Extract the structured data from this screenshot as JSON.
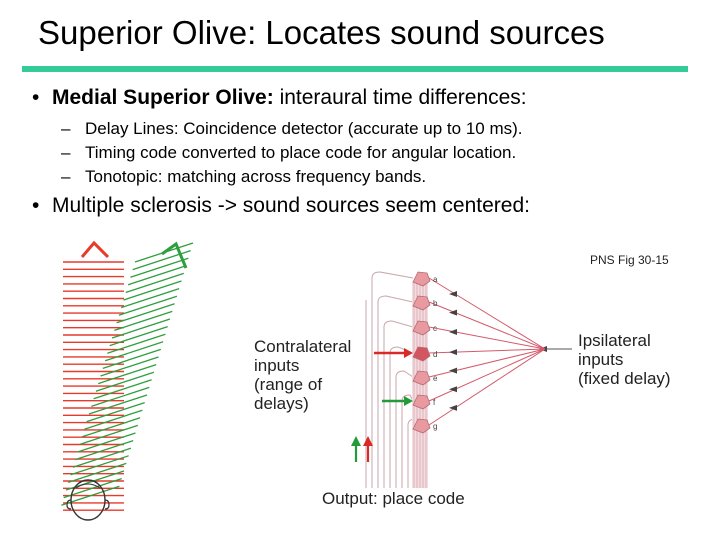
{
  "slide": {
    "title": "Superior Olive: Locates sound sources",
    "bullet1_bold": "Medial Superior Olive:",
    "bullet1_rest": " interaural time differences:",
    "subs": [
      "Delay Lines: Coincidence detector (accurate up to 10 ms).",
      "Timing code converted to place code for angular location.",
      "Tonotopic: matching across frequency bands."
    ],
    "bullet2": "Multiple sclerosis -> sound sources seem centered:",
    "bullet_char": "•",
    "dash_char": "–"
  },
  "figure": {
    "credit": "PNS Fig 30-15",
    "contralateral": [
      "Contralateral",
      "inputs",
      "(range of",
      "delays)"
    ],
    "ipsilateral": [
      "Ipsilateral",
      "inputs",
      "(fixed delay)"
    ],
    "output_label": "Output: place code",
    "neuron_letters": [
      "a",
      "b",
      "c",
      "d",
      "e",
      "f",
      "g"
    ]
  },
  "colors": {
    "accent_rule": "#33cc99",
    "wave_red": "#e8392b",
    "wave_green": "#2e9e3e",
    "axon": "#d45a6a",
    "neuron": "#e89aa0"
  }
}
